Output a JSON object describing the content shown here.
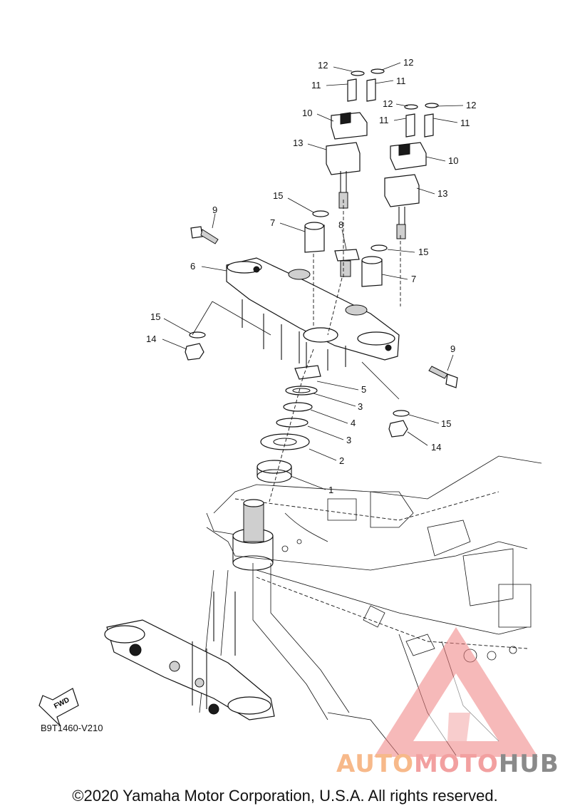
{
  "diagram_code": "B9T1460-V210",
  "copyright": "©2020 Yamaha Motor Corporation, U.S.A. All rights reserved.",
  "fwd_badge": "FWD",
  "watermark": {
    "part1": "AUTO",
    "part2": "MOTO",
    "part3": "HUB",
    "accent_color": "#f08080"
  },
  "callouts": [
    {
      "id": "c12a",
      "label": "12"
    },
    {
      "id": "c12b",
      "label": "12"
    },
    {
      "id": "c11a",
      "label": "11"
    },
    {
      "id": "c11b",
      "label": "11"
    },
    {
      "id": "c10a",
      "label": "10"
    },
    {
      "id": "c13a",
      "label": "13"
    },
    {
      "id": "c12c",
      "label": "12"
    },
    {
      "id": "c12d",
      "label": "12"
    },
    {
      "id": "c11c",
      "label": "11"
    },
    {
      "id": "c11d",
      "label": "11"
    },
    {
      "id": "c10b",
      "label": "10"
    },
    {
      "id": "c13b",
      "label": "13"
    },
    {
      "id": "c15a",
      "label": "15"
    },
    {
      "id": "c9a",
      "label": "9"
    },
    {
      "id": "c7a",
      "label": "7"
    },
    {
      "id": "c8",
      "label": "8"
    },
    {
      "id": "c15b",
      "label": "15"
    },
    {
      "id": "c6",
      "label": "6"
    },
    {
      "id": "c7b",
      "label": "7"
    },
    {
      "id": "c15c",
      "label": "15"
    },
    {
      "id": "c14a",
      "label": "14"
    },
    {
      "id": "c9b",
      "label": "9"
    },
    {
      "id": "c5",
      "label": "5"
    },
    {
      "id": "c3a",
      "label": "3"
    },
    {
      "id": "c4",
      "label": "4"
    },
    {
      "id": "c15d",
      "label": "15"
    },
    {
      "id": "c3b",
      "label": "3"
    },
    {
      "id": "c14b",
      "label": "14"
    },
    {
      "id": "c2",
      "label": "2"
    },
    {
      "id": "c1",
      "label": "1"
    }
  ]
}
